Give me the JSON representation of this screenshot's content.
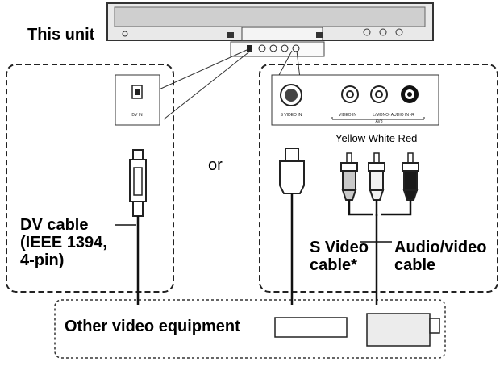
{
  "labels": {
    "this_unit": "This unit",
    "or": "or",
    "dv_cable": "DV cable\n(IEEE 1394,\n4-pin)",
    "s_video_cable": "S Video\ncable*",
    "av_cable": "Audio/video\ncable",
    "other_equipment": "Other video equipment",
    "colors": "Yellow White Red"
  },
  "ports": {
    "dv_in": "DV IN",
    "s_video_in": "S VIDEO IN",
    "video_in": "VIDEO IN",
    "audio_in": "L/MONO- AUDIO IN -R",
    "av3": "AV3"
  },
  "plug_colors": {
    "yellow": "#c9c9c9",
    "white": "#f2f2f2",
    "red": "#1a1a1a"
  }
}
